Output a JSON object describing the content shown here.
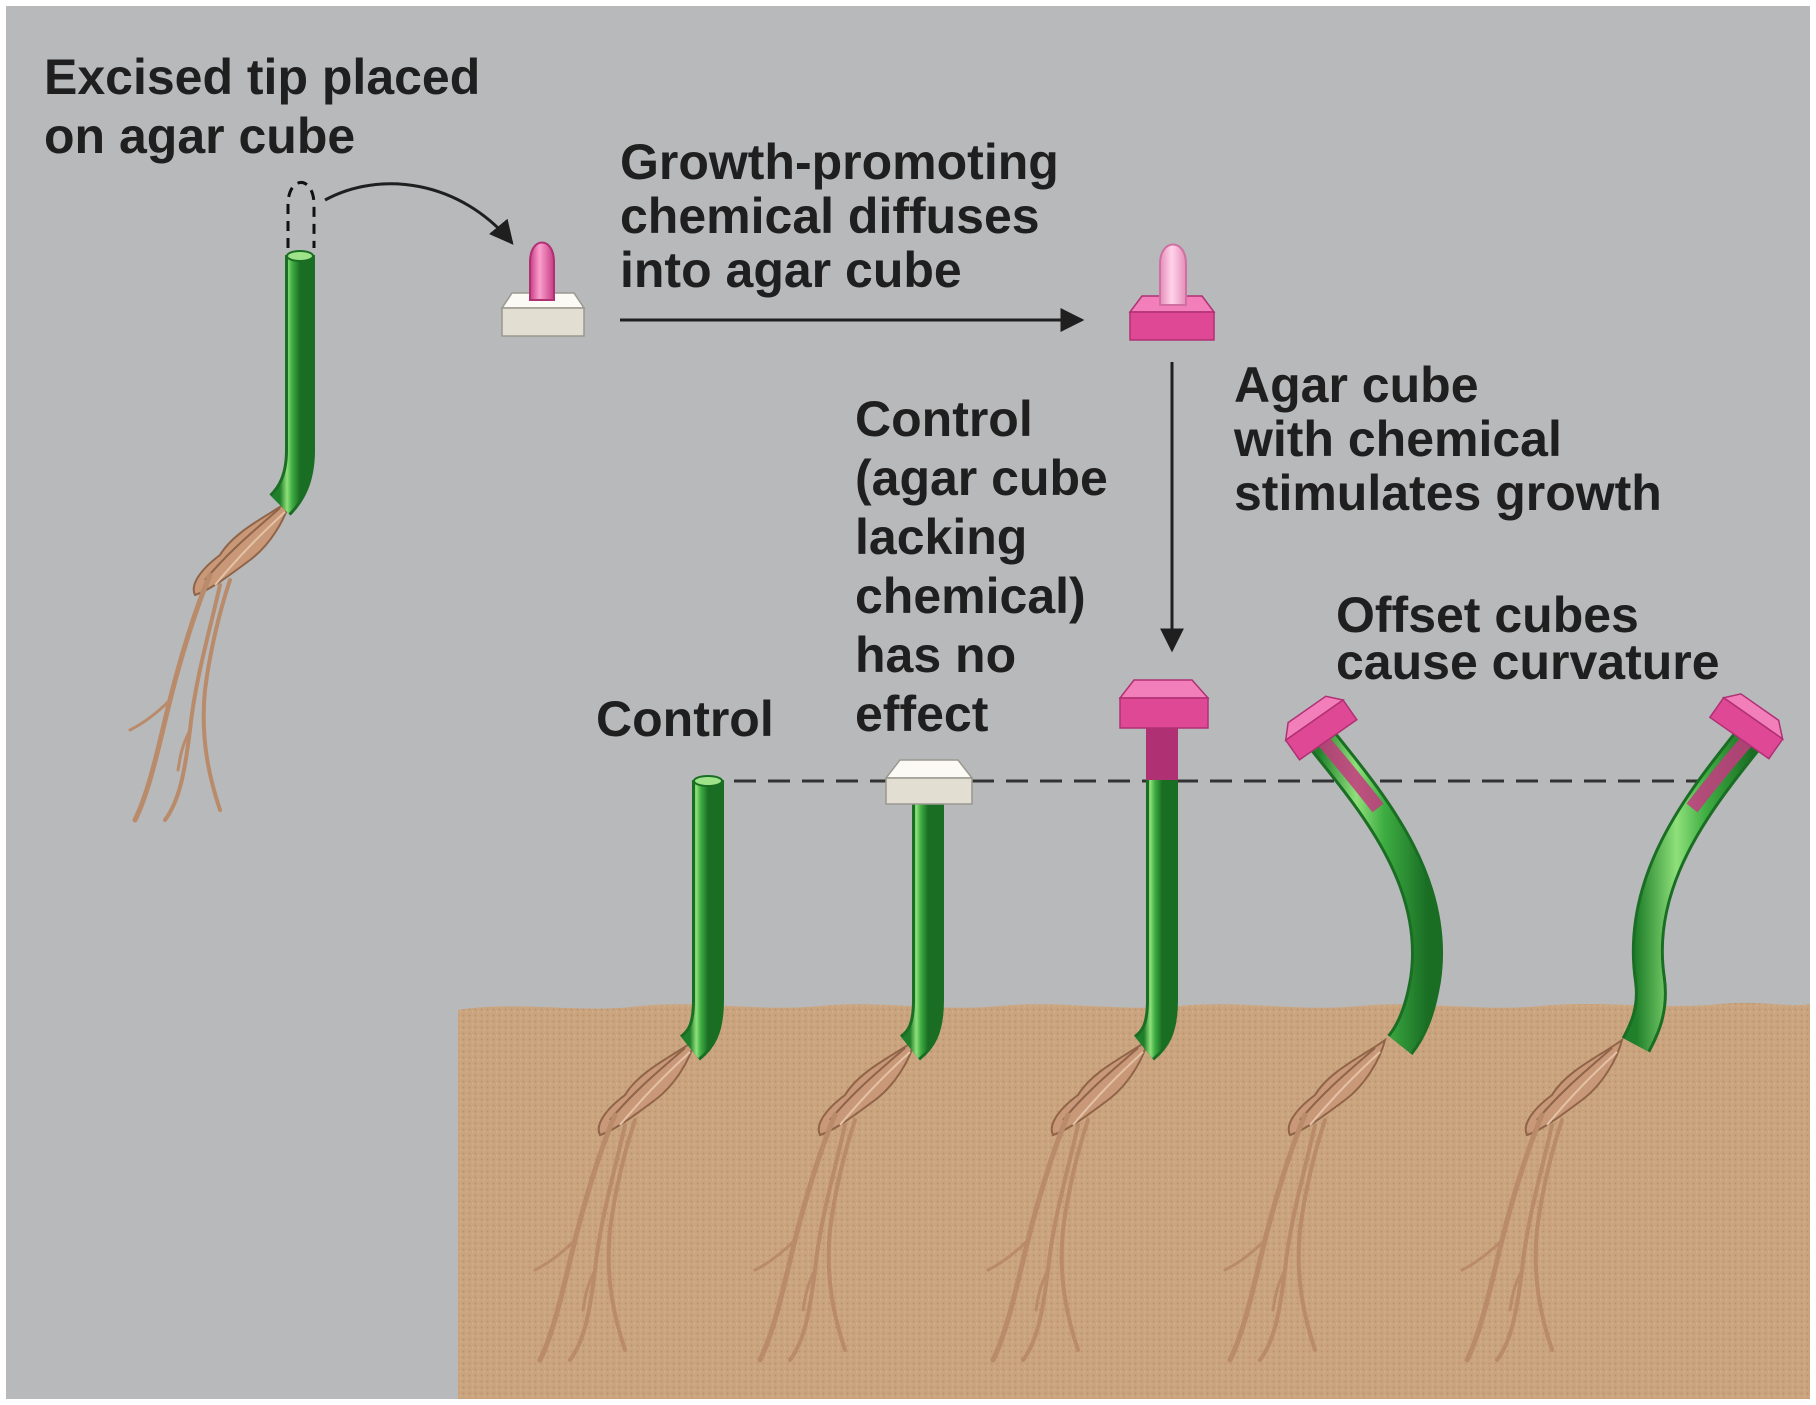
{
  "labels": {
    "excised": [
      "Excised tip placed",
      "on agar cube"
    ],
    "diffuse": [
      "Growth-promoting",
      "chemical diffuses",
      "into agar cube"
    ],
    "stimulates": [
      "Agar cube",
      "with chemical",
      "stimulates growth"
    ],
    "control_no_effect": [
      "Control",
      "(agar cube",
      "lacking",
      "chemical)",
      "has no",
      "effect"
    ],
    "control": [
      "Control"
    ],
    "offset": [
      "Offset cubes",
      "cause curvature"
    ]
  },
  "colors": {
    "background": "#b8b9bb",
    "soil": "#caa47e",
    "stem_green": "#2f9a38",
    "stem_highlight": "#8fe07a",
    "agar_plain": "#f1efe6",
    "agar_chemical": "#e5529c",
    "tip_pink": "#e8589f",
    "root_brown": "#b98b6a",
    "arrow": "#1f1f1f"
  }
}
